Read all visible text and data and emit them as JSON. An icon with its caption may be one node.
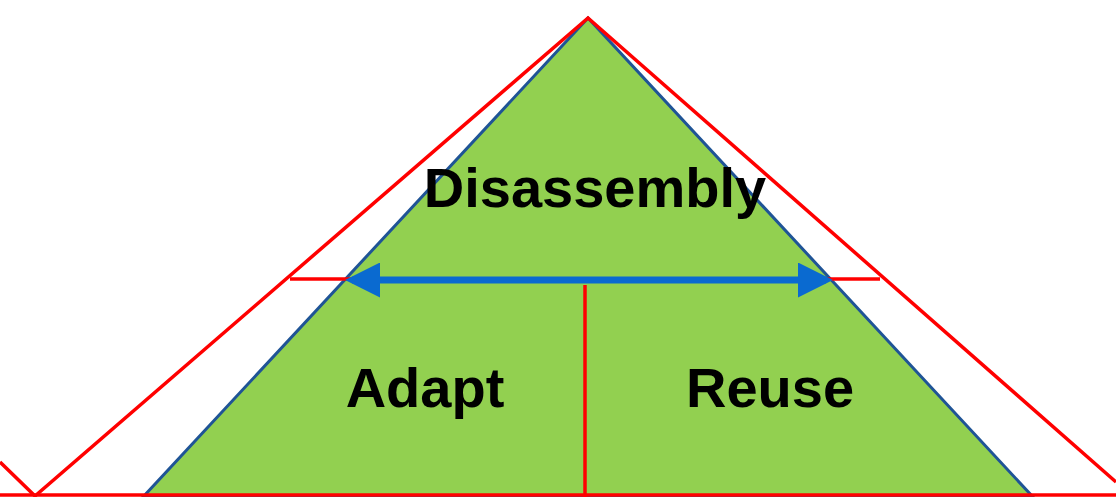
{
  "diagram": {
    "nodes": [
      {
        "text": [
          "Disassembly"
        ]
      },
      {
        "text": [
          "Adapt"
        ]
      },
      {
        "text": [
          "Reuse"
        ]
      }
    ]
  }
}
